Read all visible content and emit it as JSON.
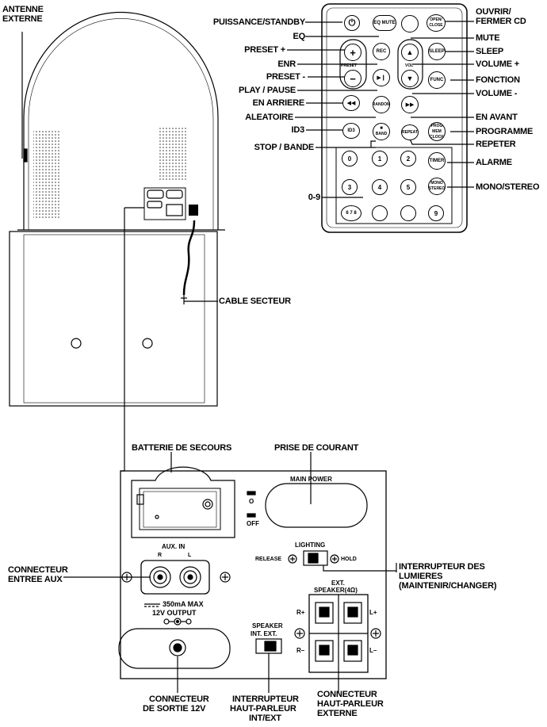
{
  "labels": {
    "antenne": "ANTENNE",
    "externe": "EXTERNE",
    "cable_secteur": "CABLE SECTEUR",
    "puissance_standby": "PUISSANCE/STANDBY",
    "eq": "EQ",
    "preset_plus": "PRESET +",
    "enr": "ENR",
    "preset_minus": "PRESET -",
    "play_pause": "PLAY / PAUSE",
    "en_arriere": "EN ARRIERE",
    "aleatoire": "ALEATOIRE",
    "id3": "ID3",
    "stop_bande": "STOP / BANDE",
    "zero_nine": "0-9",
    "ouvrir": "OUVRIR/",
    "fermer_cd": "FERMER CD",
    "mute": "MUTE",
    "sleep": "SLEEP",
    "volume_plus": "VOLUME +",
    "fonction": "FONCTION",
    "volume_minus": "VOLUME -",
    "en_avant": "EN AVANT",
    "programme": "PROGRAMME",
    "repeter": "REPETER",
    "alarme": "ALARME",
    "mono_stereo": "MONO/STEREO",
    "batterie_secours": "BATTERIE DE SECOURS",
    "prise_courant": "PRISE DE COURANT",
    "connecteur_entree_aux_1": "CONNECTEUR",
    "connecteur_entree_aux_2": "ENTREE AUX",
    "interrupteur_lumieres_1": "INTERRUPTEUR DES",
    "interrupteur_lumieres_2": "LUMIERES",
    "interrupteur_lumieres_3": "(MAINTENIR/CHANGER)",
    "connecteur_sortie_1": "CONNECTEUR",
    "connecteur_sortie_2": "DE SORTIE 12V",
    "interrupteur_hp_1": "INTERRUPTEUR",
    "interrupteur_hp_2": "HAUT-PARLEUR",
    "interrupteur_hp_3": "INT/EXT",
    "connecteur_hp_1": "CONNECTEUR",
    "connecteur_hp_2": "HAUT-PARLEUR",
    "connecteur_hp_3": "EXTERNE"
  },
  "panel": {
    "main_power": "MAIN POWER",
    "on_mark": "O",
    "off_mark": "OFF",
    "aux_in": "AUX.  IN",
    "aux_r": "R",
    "aux_l": "L",
    "power_spec_1": "350mA MAX",
    "power_spec_2": "12V OUTPUT",
    "lighting": "LIGHTING",
    "release": "RELEASE",
    "hold": "HOLD",
    "ext_speaker_1": "EXT.",
    "ext_speaker_2": "SPEAKER(4Ω)",
    "speaker": "SPEAKER",
    "int_ext": "INT.   EXT.",
    "r_plus": "R+",
    "r_minus": "R–",
    "l_plus": "L+",
    "l_minus": "L–"
  },
  "remote": {
    "eq_mute": "EQ  MUTE",
    "open_close": "OPEN/ CLOSE",
    "rec": "REC",
    "sleep": "SLEEP",
    "vol": "VOL",
    "preset": "PRESET",
    "func": "FUNC",
    "random": "RANDOM",
    "id3": "ID3",
    "band": "BAND",
    "repeat": "REPEAT",
    "prog": "PROG MEM CLOCK",
    "timer": "TIMER",
    "mono_stereo": "MONO STEREO",
    "k0": "0",
    "k1": "1",
    "k2": "2",
    "k3": "3",
    "k4": "4",
    "k5": "5",
    "k678": "6 7 8",
    "k9": "9"
  }
}
